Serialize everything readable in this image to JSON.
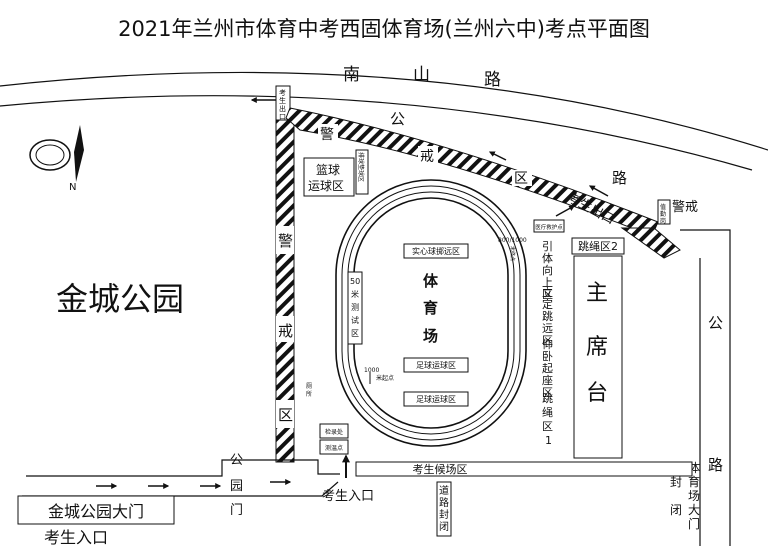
{
  "title": "2021年兰州市体育中考西固体育场(兰州六中)考点平面图",
  "compass_label": "N",
  "roads": {
    "nanshan": [
      "南",
      "山",
      "路"
    ],
    "east": [
      "公",
      "路"
    ],
    "police_top": [
      "警",
      "公"
    ],
    "police_mid": [
      "戒",
      "区"
    ],
    "police_road": [
      "路",
      "警戒"
    ],
    "police_left": [
      "警",
      "戒",
      "区"
    ]
  },
  "labels": {
    "park": "金城公园",
    "park_gate": "金城公园大门",
    "exam_entrance_bottom": "考生入口",
    "exam_entrance_mid": "考生入口",
    "exam_exit_diag": "考生出口",
    "exam_exit_top": [
      "考",
      "生",
      "出",
      "口"
    ],
    "basketball": [
      "篮球",
      "运球区"
    ],
    "basketball_small": [
      "排球垫球区"
    ],
    "stadium": [
      "体",
      "育",
      "场"
    ],
    "solid_ball": "实心球掷远区",
    "football_1": "足球运球区",
    "football_2": "足球运球区",
    "sprint_50": [
      "50",
      "米",
      "测",
      "试",
      "区"
    ],
    "start_1000": [
      "1000",
      "米起点"
    ],
    "track_800": "800/1000",
    "finish_small": [
      "米终点"
    ],
    "medical": "医疗救护点",
    "pullup_zone": [
      "引",
      "体",
      "向",
      "上",
      "区"
    ],
    "longjump_zone": [
      "立",
      "定",
      "跳",
      "远",
      "区"
    ],
    "situp_zone": [
      "仰",
      "卧",
      "起",
      "座",
      "区"
    ],
    "rope_1": [
      "跳",
      "绳",
      "区",
      "1"
    ],
    "rope_2": "跳绳区2",
    "grandstand": [
      "主",
      "席",
      "台"
    ],
    "toilet": [
      "厕",
      "所"
    ],
    "checkin": "检录处",
    "temperature": "测温点",
    "waiting": "考生候场区",
    "road_closed": [
      "道",
      "路",
      "封",
      "闭"
    ],
    "park_gate_side": [
      "公",
      "园",
      "门"
    ],
    "sealed": [
      "封",
      "闭"
    ],
    "stadium_gate": [
      "体",
      "育",
      "场",
      "大",
      "门"
    ],
    "duty": [
      "值",
      "勤",
      "岗"
    ]
  }
}
